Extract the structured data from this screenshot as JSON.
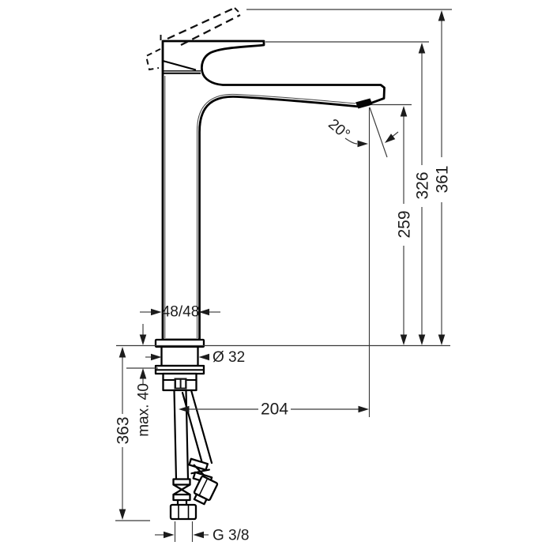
{
  "drawing": {
    "type": "technical-dimension-drawing",
    "subject": "single-lever tall basin mixer faucet, side elevation with mounting shank and supply hoses",
    "background": "#ffffff",
    "line_color": "#000000",
    "dim_color": "#3a3a3a"
  },
  "labels": {
    "total_height": "361",
    "handle_height": "326",
    "outlet_height": "259",
    "reach": "204",
    "base_size": "48/48",
    "shank_diameter": "Ø 32",
    "max_mount": "max. 40",
    "hose_length": "363",
    "thread": "G 3/8",
    "outlet_angle": "20°"
  }
}
